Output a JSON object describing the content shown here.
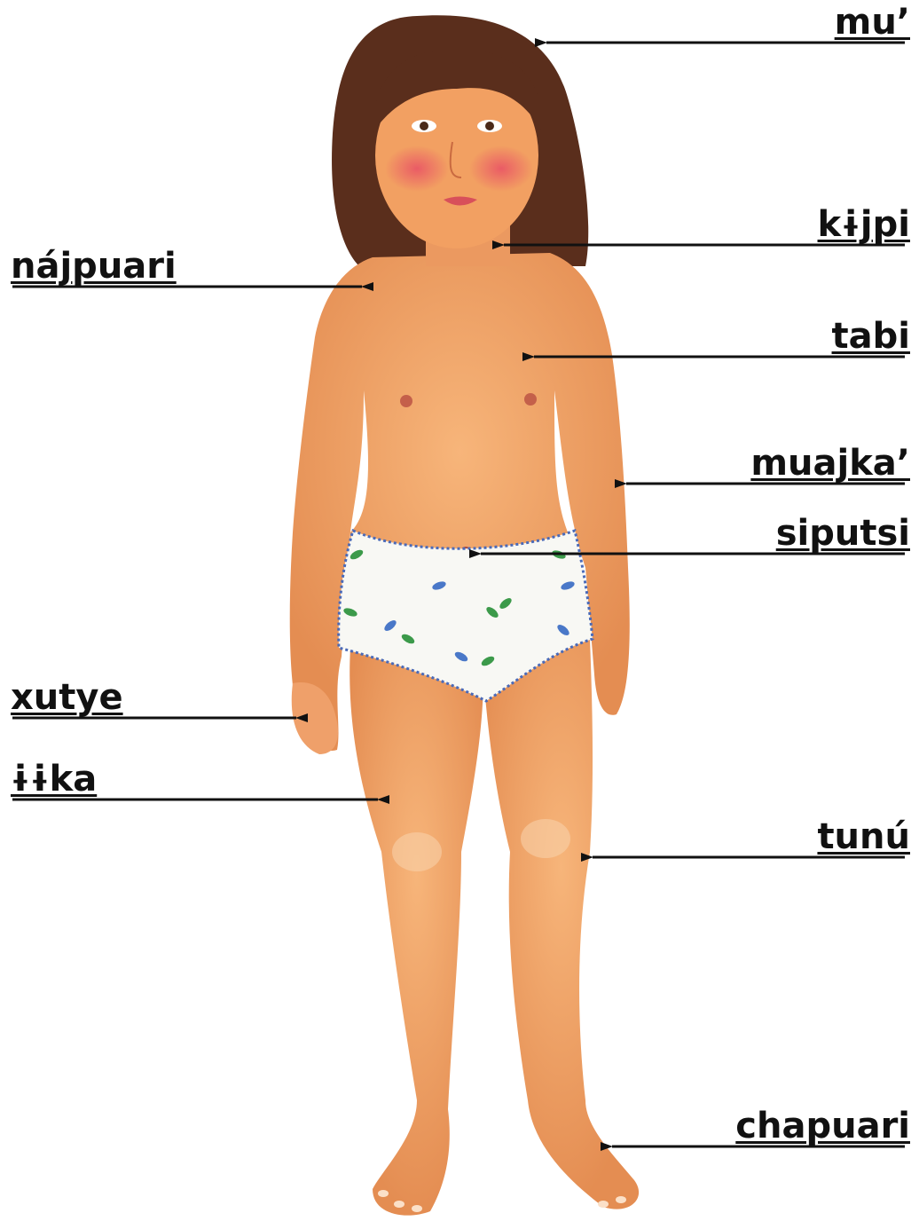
{
  "diagram": {
    "colors": {
      "skin": "#f2a56a",
      "skin_shade": "#e08a4e",
      "hair": "#5a2e1c",
      "cheek": "#e8506a",
      "underwear": "#f8f8f4",
      "trim": "#4a6ab8",
      "leaf_green": "#3c9a4a",
      "leaf_blue": "#4a78c8",
      "arrow": "#111111"
    },
    "labels": [
      {
        "id": "hair",
        "text": "mu’",
        "side": "right"
      },
      {
        "id": "neck",
        "text": "kɨjpi",
        "side": "right"
      },
      {
        "id": "shoulder",
        "text": "nájpuari",
        "side": "left"
      },
      {
        "id": "chest",
        "text": "tabi",
        "side": "right"
      },
      {
        "id": "elbow",
        "text": "muajka’",
        "side": "right"
      },
      {
        "id": "navel",
        "text": "siputsi",
        "side": "right"
      },
      {
        "id": "hand",
        "text": "xutye",
        "side": "left"
      },
      {
        "id": "thigh",
        "text": "ɨɨka",
        "side": "left"
      },
      {
        "id": "knee",
        "text": "tunú",
        "side": "right"
      },
      {
        "id": "foot",
        "text": "chapuari",
        "side": "right"
      }
    ]
  }
}
